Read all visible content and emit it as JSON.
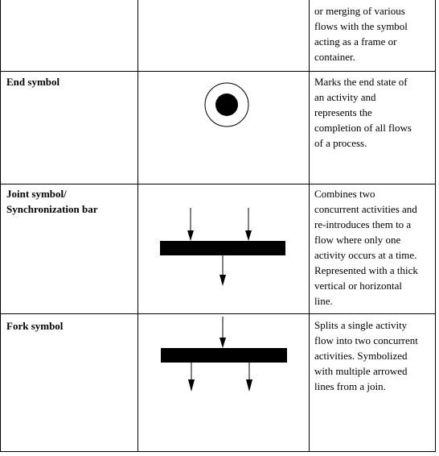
{
  "rows": [
    {
      "name": "",
      "symbol": "merge-container-icon",
      "description_lines": [
        "or merging of various",
        "flows with the symbol",
        "acting as a frame or",
        "container."
      ]
    },
    {
      "name_lines": [
        "End symbol"
      ],
      "symbol": "end-state-icon",
      "description_lines": [
        "Marks the end state of",
        "an activity and",
        "represents the",
        "completion of all flows",
        "of a process."
      ]
    },
    {
      "name_lines": [
        "Joint symbol/",
        "Synchronization bar"
      ],
      "symbol": "join-bar-icon",
      "description_lines": [
        "Combines two",
        "concurrent activities and",
        "re-introduces them to a",
        "flow where only one",
        "activity occurs at a time.",
        "Represented with a thick",
        "vertical or horizontal",
        "line."
      ]
    },
    {
      "name_lines": [
        "Fork symbol"
      ],
      "symbol": "fork-bar-icon",
      "description_lines": [
        "Splits a single activity",
        "flow into two concurrent",
        "activities. Symbolized",
        "with multiple arrowed",
        "lines from a join."
      ]
    }
  ]
}
